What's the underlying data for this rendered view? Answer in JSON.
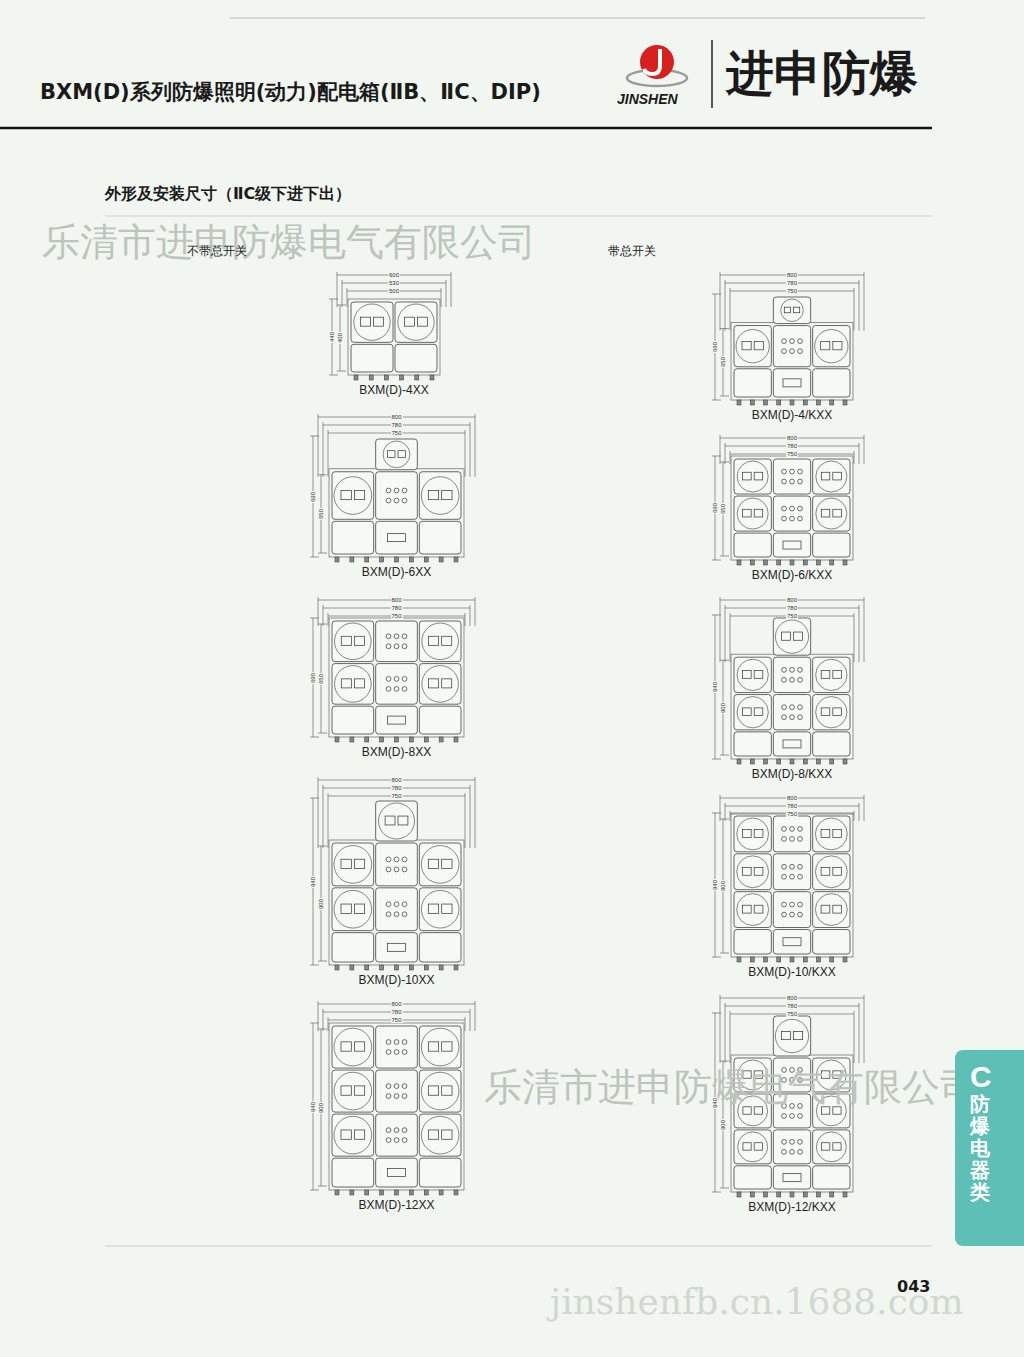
{
  "diagram": {
    "title": "BXM(D)系列防爆照明(动力)配电箱(ⅡB、ⅡC、DIP)",
    "nodes": [
      {
        "text": [
          "C",
          "防爆电器类"
        ]
      }
    ],
    "labels": [
      "JINSHEN",
      "进申防爆",
      "外形及安装尺寸（ⅡC级下进下出）",
      "乐清市进申防爆电气有限公司",
      "不带总开关",
      "带总开关",
      "BXM(D)-4XX",
      "600",
      "530",
      "500",
      "440",
      "400",
      "BXM(D)-4/KXX",
      "800",
      "780",
      "750",
      "690",
      "650",
      "BXM(D)-6XX",
      "800",
      "780",
      "750",
      "690",
      "650",
      "BXM(D)-6/KXX",
      "800",
      "780",
      "750",
      "690",
      "650",
      "BXM(D)-8XX",
      "800",
      "780",
      "750",
      "690",
      "650",
      "BXM(D)-8/KXX",
      "800",
      "780",
      "750",
      "940",
      "900",
      "BXM(D)-10XX",
      "800",
      "780",
      "750",
      "940",
      "900",
      "BXM(D)-10/KXX",
      "800",
      "780",
      "750",
      "940",
      "900",
      "BXM(D)-12XX",
      "800",
      "780",
      "750",
      "940",
      "900",
      "BXM(D)-12/KXX",
      "800",
      "780",
      "750",
      "940",
      "900",
      "乐清市进申防爆电气有限公司",
      "043",
      "jinshenfb.cn.1688.com"
    ]
  }
}
